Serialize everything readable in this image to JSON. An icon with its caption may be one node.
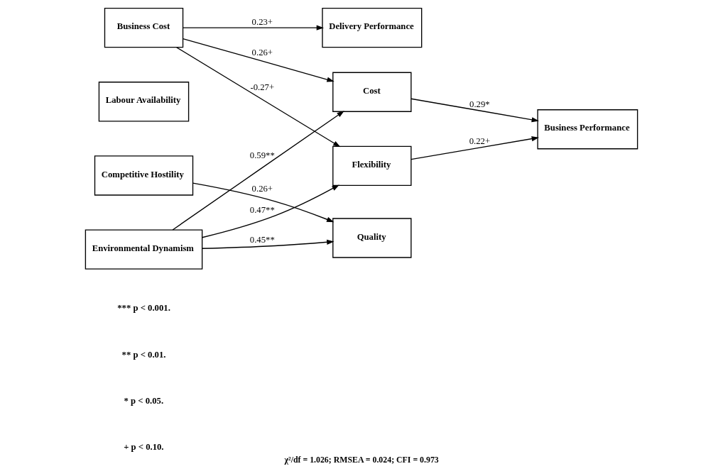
{
  "diagram": {
    "caption": "χ²/df = 1.026; RMSEA = 0.024; CFI = 0.973",
    "nodes": [
      {
        "text": [
          "Business Cost"
        ]
      },
      {
        "text": [
          "Labour Availability"
        ]
      },
      {
        "text": [
          "Competitive Hostility"
        ]
      },
      {
        "text": [
          "Environmental Dynamism"
        ]
      },
      {
        "text": [
          "Cost"
        ]
      },
      {
        "text": [
          "Quality"
        ]
      },
      {
        "text": [
          "Flexibility"
        ]
      },
      {
        "text": [
          "Delivery Performance"
        ]
      },
      {
        "text": [
          "Business Performance"
        ]
      }
    ],
    "edges": [
      {
        "from": 0,
        "to": 4,
        "arrow": "to",
        "label": "0.26+"
      },
      {
        "from": 0,
        "to": 6,
        "arrow": "to",
        "label": "-0.27+"
      },
      {
        "from": 0,
        "to": 7,
        "arrow": "to",
        "label": "0.23+"
      },
      {
        "from": 2,
        "to": 5,
        "arrow": "to",
        "label": "0.26+"
      },
      {
        "from": 3,
        "to": 4,
        "arrow": "to",
        "label": "0.59**"
      },
      {
        "from": 3,
        "to": 5,
        "arrow": "to",
        "label": "0.45**"
      },
      {
        "from": 3,
        "to": 6,
        "arrow": "to",
        "label": "0.47**"
      },
      {
        "from": 4,
        "to": 8,
        "arrow": "to",
        "label": "0.29*"
      },
      {
        "from": 6,
        "to": 8,
        "arrow": "to",
        "label": "0.22+"
      }
    ],
    "labels": [
      "*** p < 0.001.",
      "** p < 0.01.",
      "* p < 0.05.",
      "+ p < 0.10."
    ]
  }
}
